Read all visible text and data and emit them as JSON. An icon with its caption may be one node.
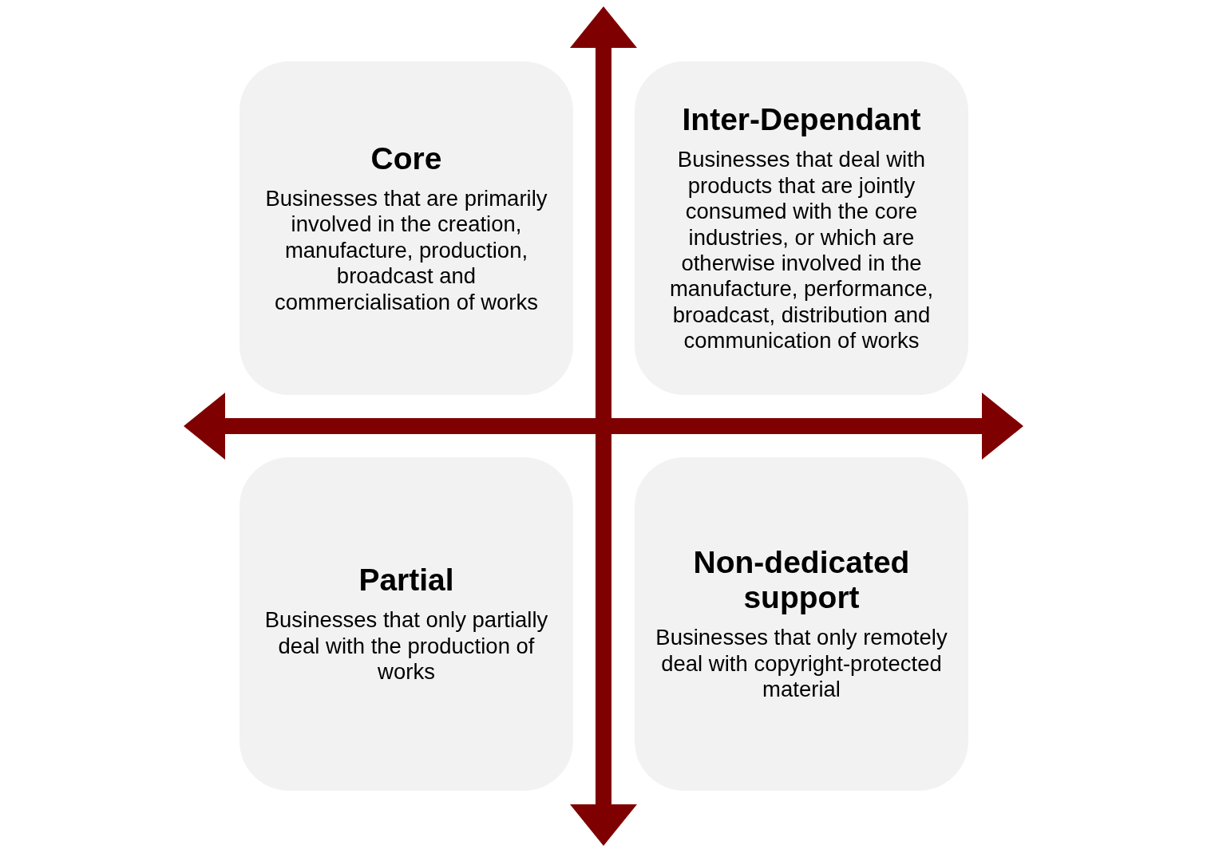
{
  "diagram": {
    "nodes": [
      {
        "text": [
          "Core",
          "Businesses that are primarily involved in the creation, manufacture, production, broadcast and commercialisation of works"
        ]
      },
      {
        "text": [
          "Inter-Dependant",
          "Businesses that deal with products that are jointly consumed with the core industries, or which are otherwise involved in the manufacture, performance, broadcast, distribution and communication of works"
        ]
      },
      {
        "text": [
          "Partial",
          "Businesses that only partially deal with the production of works"
        ]
      },
      {
        "text": [
          "Non-dedicated support",
          "Businesses that only remotely deal with copyright-protected material"
        ]
      }
    ]
  }
}
